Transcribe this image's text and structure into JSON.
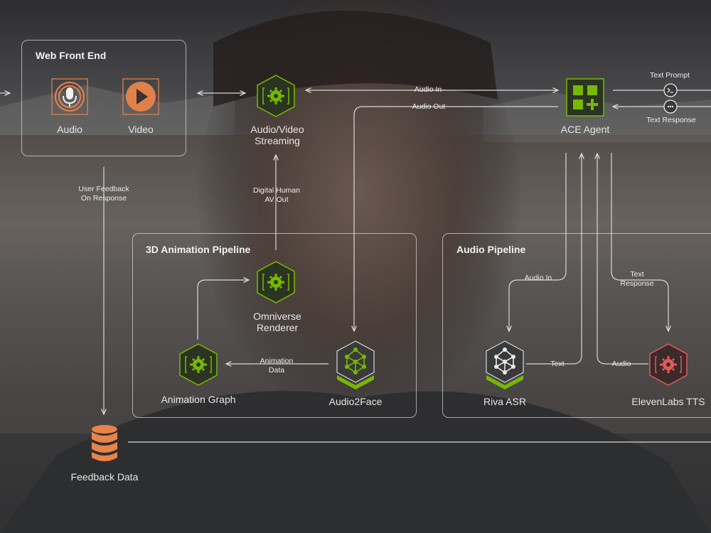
{
  "colors": {
    "green": "#76b900",
    "orange": "#e8834a",
    "red": "#e05a5a",
    "line": "#d8d8d8"
  },
  "web_front_end": {
    "title": "Web Front End",
    "audio_label": "Audio",
    "video_label": "Video"
  },
  "streaming": {
    "label_line1": "Audio/Video",
    "label_line2": "Streaming"
  },
  "ace_agent": {
    "label": "ACE Agent"
  },
  "edges": {
    "audio_in_top": "Audio In",
    "audio_out_top": "Audio Out",
    "text_prompt": "Text Prompt",
    "text_response_top": "Text Response",
    "user_feedback_line1": "User Feedback",
    "user_feedback_line2": "On Response",
    "digital_human_line1": "Digital Human",
    "digital_human_line2": "AV Out",
    "animation_data_line1": "Animation",
    "animation_data_line2": "Data",
    "audio_in_pipeline": "Audio In",
    "text_response_line1": "Text",
    "text_response_line2": "Response",
    "text_asr": "Text",
    "audio_tts": "Audio"
  },
  "animation_pipeline": {
    "title": "3D Animation Pipeline",
    "renderer_line1": "Omniverse",
    "renderer_line2": "Renderer",
    "animation_graph": "Animation Graph",
    "audio2face": "Audio2Face"
  },
  "audio_pipeline": {
    "title": "Audio Pipeline",
    "riva": "Riva ASR",
    "elevenlabs": "ElevenLabs TTS"
  },
  "feedback": {
    "label": "Feedback Data"
  },
  "icons": [
    "microphone-icon",
    "play-icon",
    "gear-icon",
    "grid-plus-icon",
    "chat-prompt-icon",
    "chat-bubble-icon",
    "network-icon",
    "database-icon"
  ]
}
